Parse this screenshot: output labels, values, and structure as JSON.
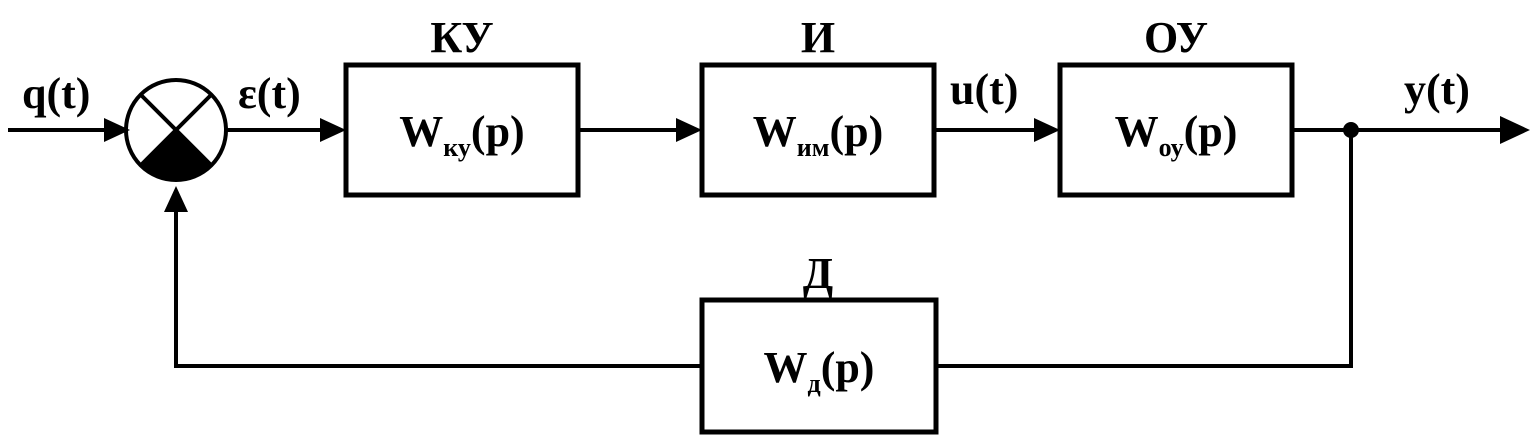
{
  "signals": {
    "input": "q(t)",
    "error": "ε(t)",
    "control": "u(t)",
    "output": "y(t)"
  },
  "blocks": {
    "controller": {
      "label": "КУ",
      "tf_main": "W",
      "tf_sub": "ку",
      "tf_arg": "(p)"
    },
    "actuator": {
      "label": "И",
      "tf_main": "W",
      "tf_sub": "им",
      "tf_arg": "(p)"
    },
    "plant": {
      "label": "ОУ",
      "tf_main": "W",
      "tf_sub": "оу",
      "tf_arg": "(p)"
    },
    "sensor": {
      "label": "Д",
      "tf_main": "W",
      "tf_sub": "д",
      "tf_arg": "(p)"
    }
  }
}
